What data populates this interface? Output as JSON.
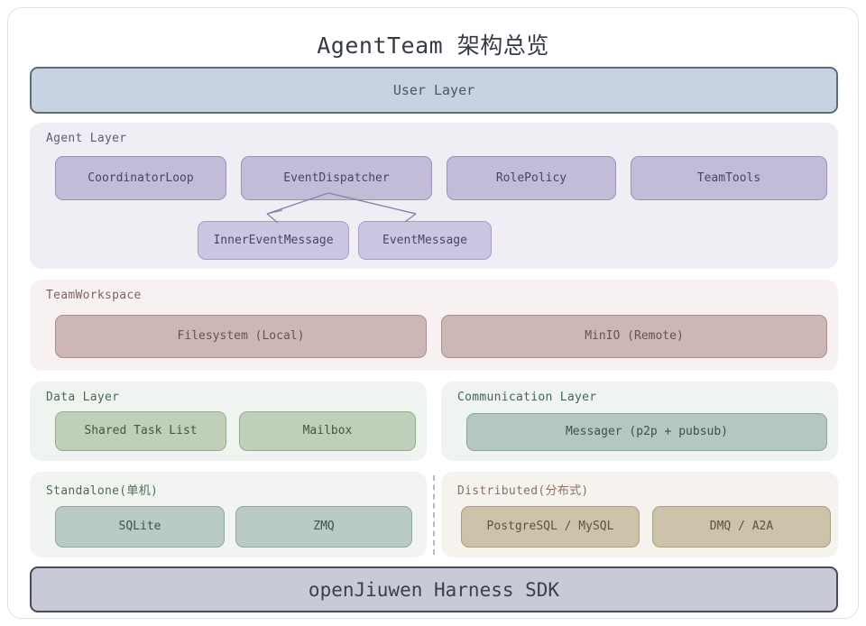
{
  "diagram": {
    "title": "AgentTeam 架构总览",
    "bands": {
      "user_layer": "User Layer",
      "sdk": "openJiuwen Harness SDK"
    },
    "panels": {
      "agent_layer": {
        "title": "Agent Layer",
        "nodes": [
          {
            "label": "CoordinatorLoop"
          },
          {
            "label": "EventDispatcher"
          },
          {
            "label": "RolePolicy"
          },
          {
            "label": "TeamTools"
          }
        ],
        "messages": [
          {
            "label": "InnerEventMessage"
          },
          {
            "label": "EventMessage"
          }
        ],
        "edges": [
          {
            "from": "EventDispatcher",
            "to": "InnerEventMessage"
          },
          {
            "from": "EventDispatcher",
            "to": "EventMessage"
          }
        ]
      },
      "team_workspace": {
        "title": "TeamWorkspace",
        "nodes": [
          {
            "label": "Filesystem (Local)"
          },
          {
            "label": "MinIO (Remote)"
          }
        ]
      },
      "data_layer": {
        "title": "Data Layer",
        "nodes": [
          {
            "label": "Shared Task List"
          },
          {
            "label": "Mailbox"
          }
        ]
      },
      "communication_layer": {
        "title": "Communication Layer",
        "nodes": [
          {
            "label": "Messager (p2p + pubsub)"
          }
        ]
      },
      "standalone": {
        "title": "Standalone(单机)",
        "nodes": [
          {
            "label": "SQLite"
          },
          {
            "label": "ZMQ"
          }
        ]
      },
      "distributed": {
        "title": "Distributed(分布式)",
        "nodes": [
          {
            "label": "PostgreSQL / MySQL"
          },
          {
            "label": "DMQ / A2A"
          }
        ]
      }
    },
    "colors": {
      "user_layer_fill": "#c7d3e0",
      "user_layer_border": "#5d6c7c",
      "agent_panel_fill": "#f0eef4",
      "agent_node_fill": "#c3bcd8",
      "agent_message_fill": "#cdc6e2",
      "workspace_panel_fill": "#f7f2f1",
      "workspace_node_fill": "#ccb6b6",
      "data_panel_fill": "#f0f4f0",
      "data_node_fill": "#bfcfb9",
      "comm_node_fill": "#b4c7c0",
      "standalone_node_fill": "#bacbc6",
      "distributed_node_fill": "#cdc3ab",
      "sdk_fill": "#c8cbd7",
      "sdk_border": "#474b5c",
      "arrow_stroke": "#8b82a8",
      "divider_dashed": "#b9b9b9"
    }
  }
}
